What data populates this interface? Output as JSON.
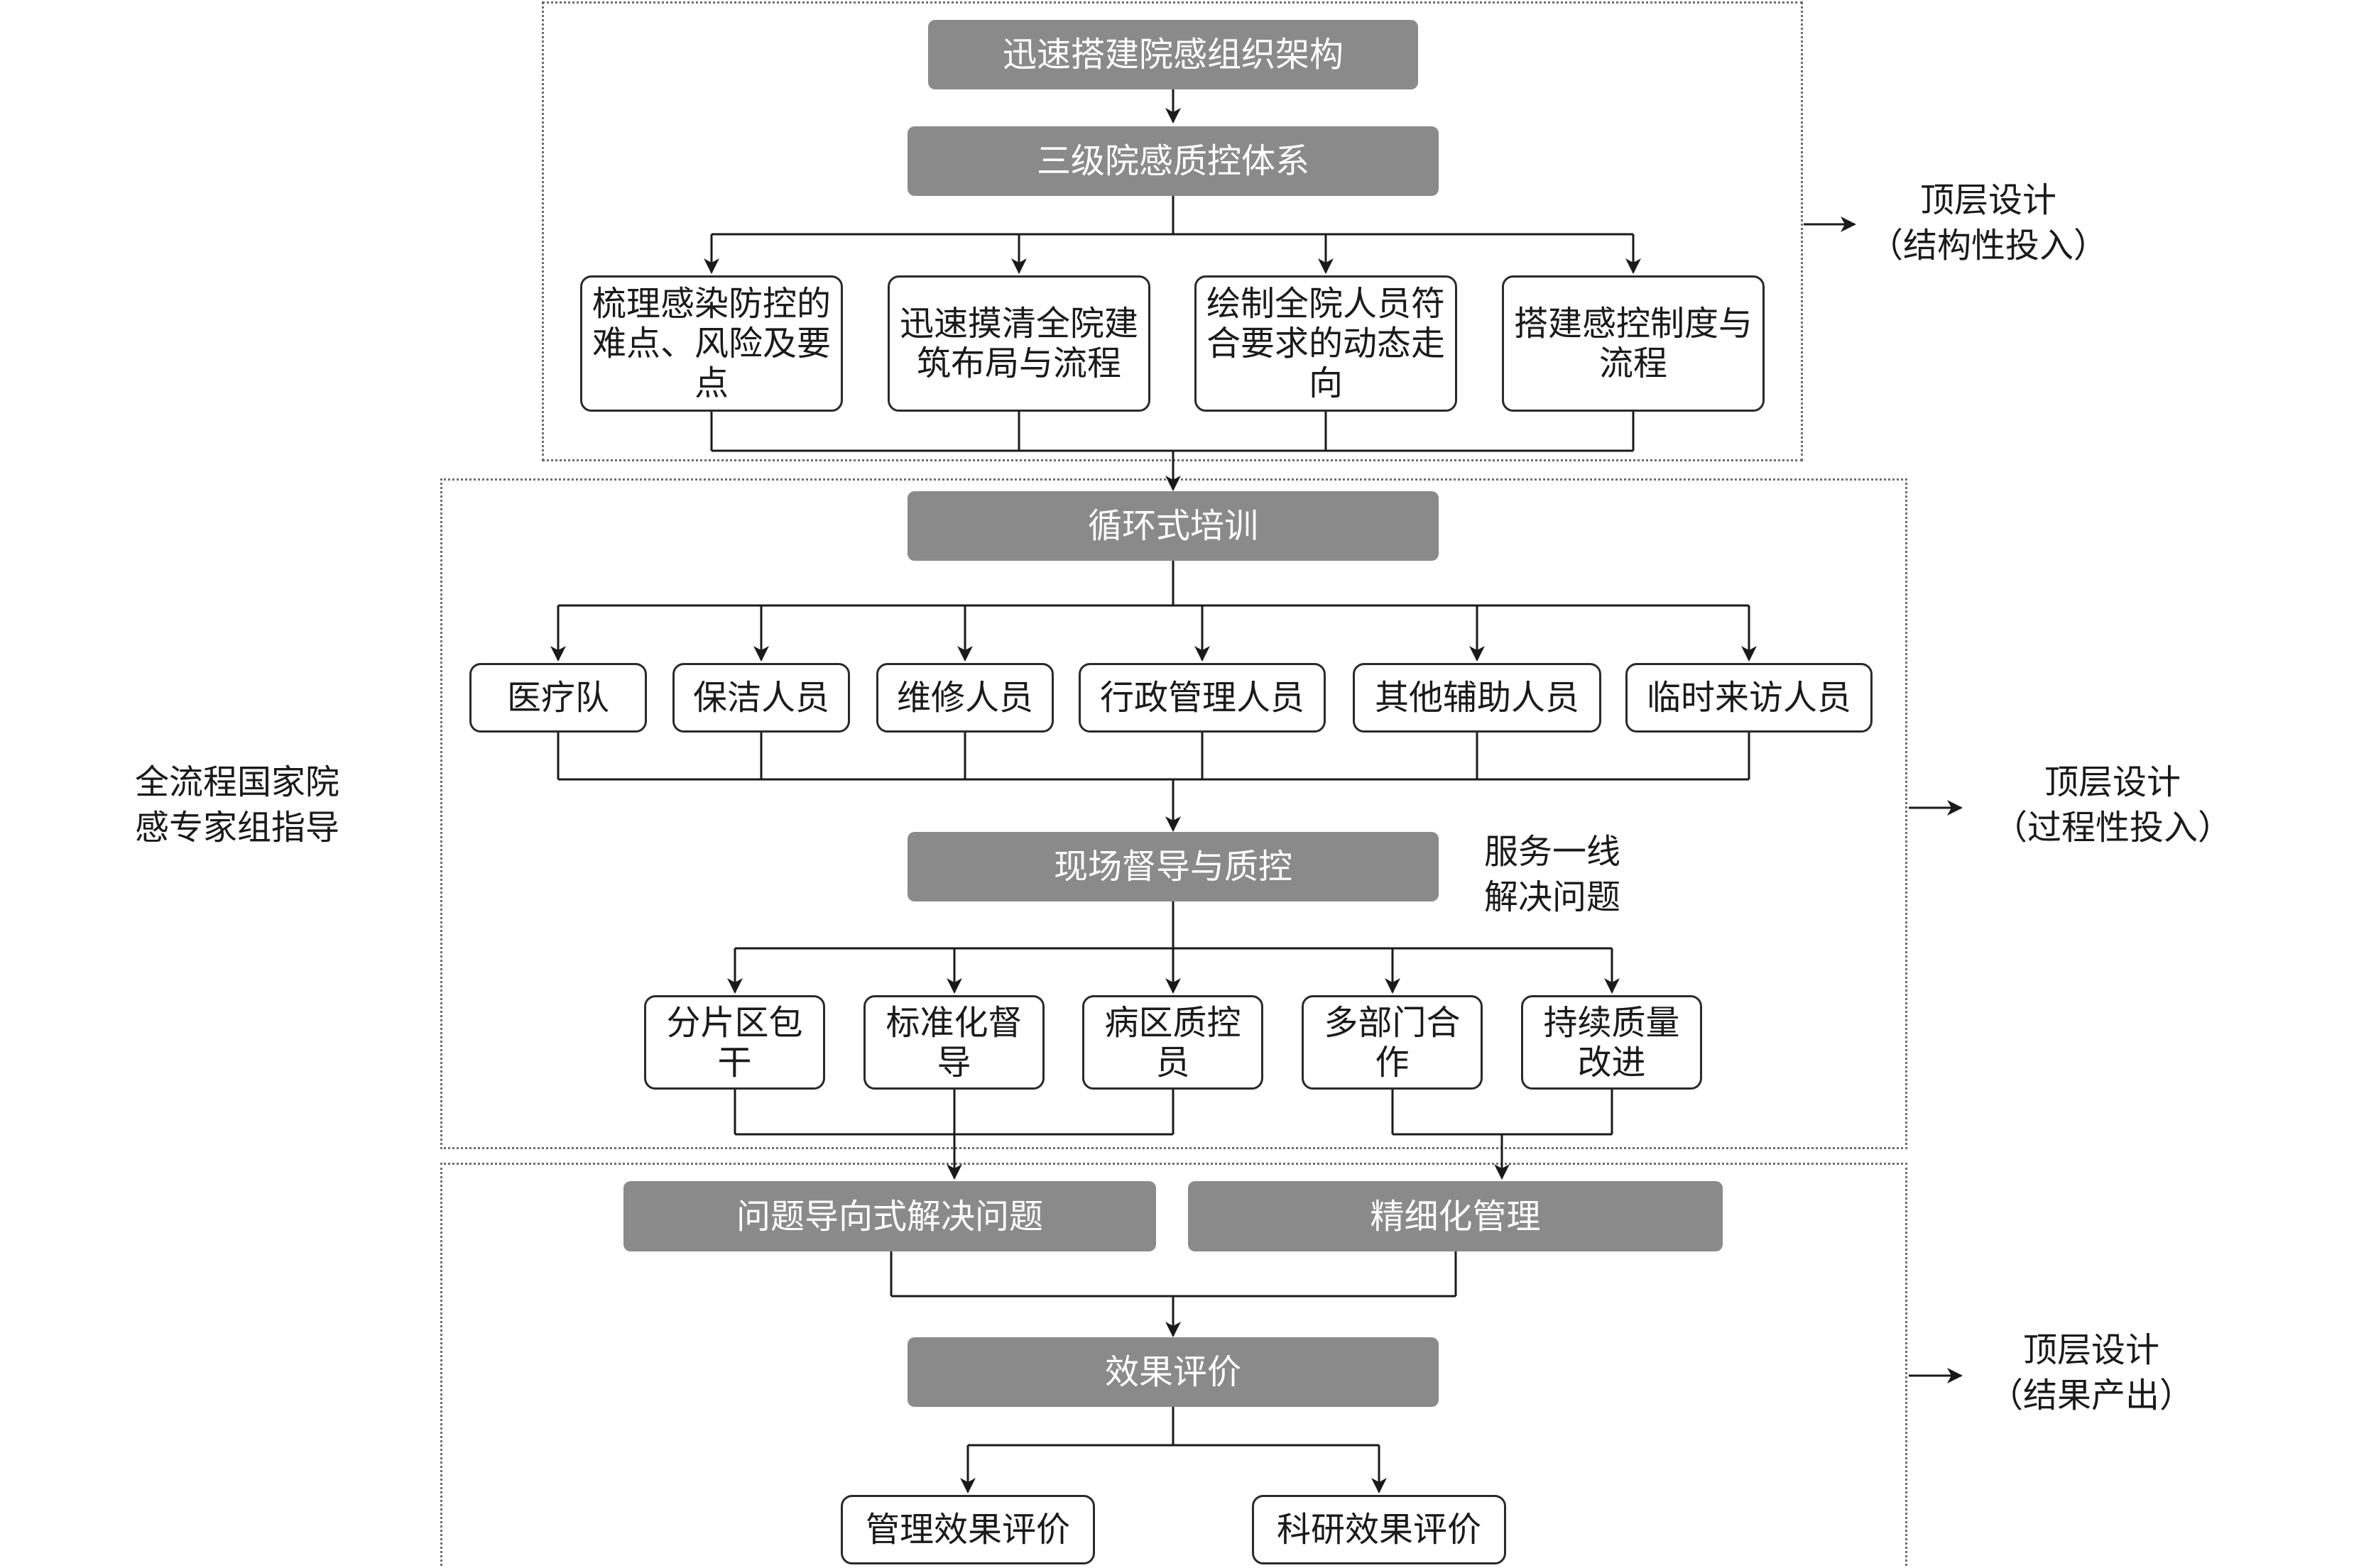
{
  "stage_structure": {
    "top": {
      "title": "迅速搭建院感组织架构",
      "system": "三级院感质控体系",
      "tasks": [
        "梳理感染防控的难点、风险及要点",
        "迅速摸清全院建筑布局与流程",
        "绘制全院人员符合要求的动态走向",
        "搭建感控制度与流程"
      ],
      "side_label": [
        "顶层设计",
        "（结构性投入）"
      ]
    }
  },
  "stage_process": {
    "training": "循环式培训",
    "groups": [
      "医疗队",
      "保洁人员",
      "维修人员",
      "行政管理人员",
      "其他辅助人员",
      "临时来访人员"
    ],
    "supervision": "现场督导与质控",
    "note": [
      "服务一线",
      "解决问题"
    ],
    "methods": [
      "分片区包干",
      "标准化督导",
      "病区质控员",
      "多部门合作",
      "持续质量改进"
    ],
    "side_label": [
      "顶层设计",
      "（过程性投入）"
    ]
  },
  "stage_result": {
    "outcomes": [
      "问题导向式解决问题",
      "精细化管理"
    ],
    "evaluation": "效果评价",
    "evaluations": [
      "管理效果评价",
      "科研效果评价"
    ],
    "side_label": [
      "顶层设计",
      "（结果产出）"
    ]
  },
  "left_label": [
    "全流程国家院",
    "感专家组指导"
  ]
}
